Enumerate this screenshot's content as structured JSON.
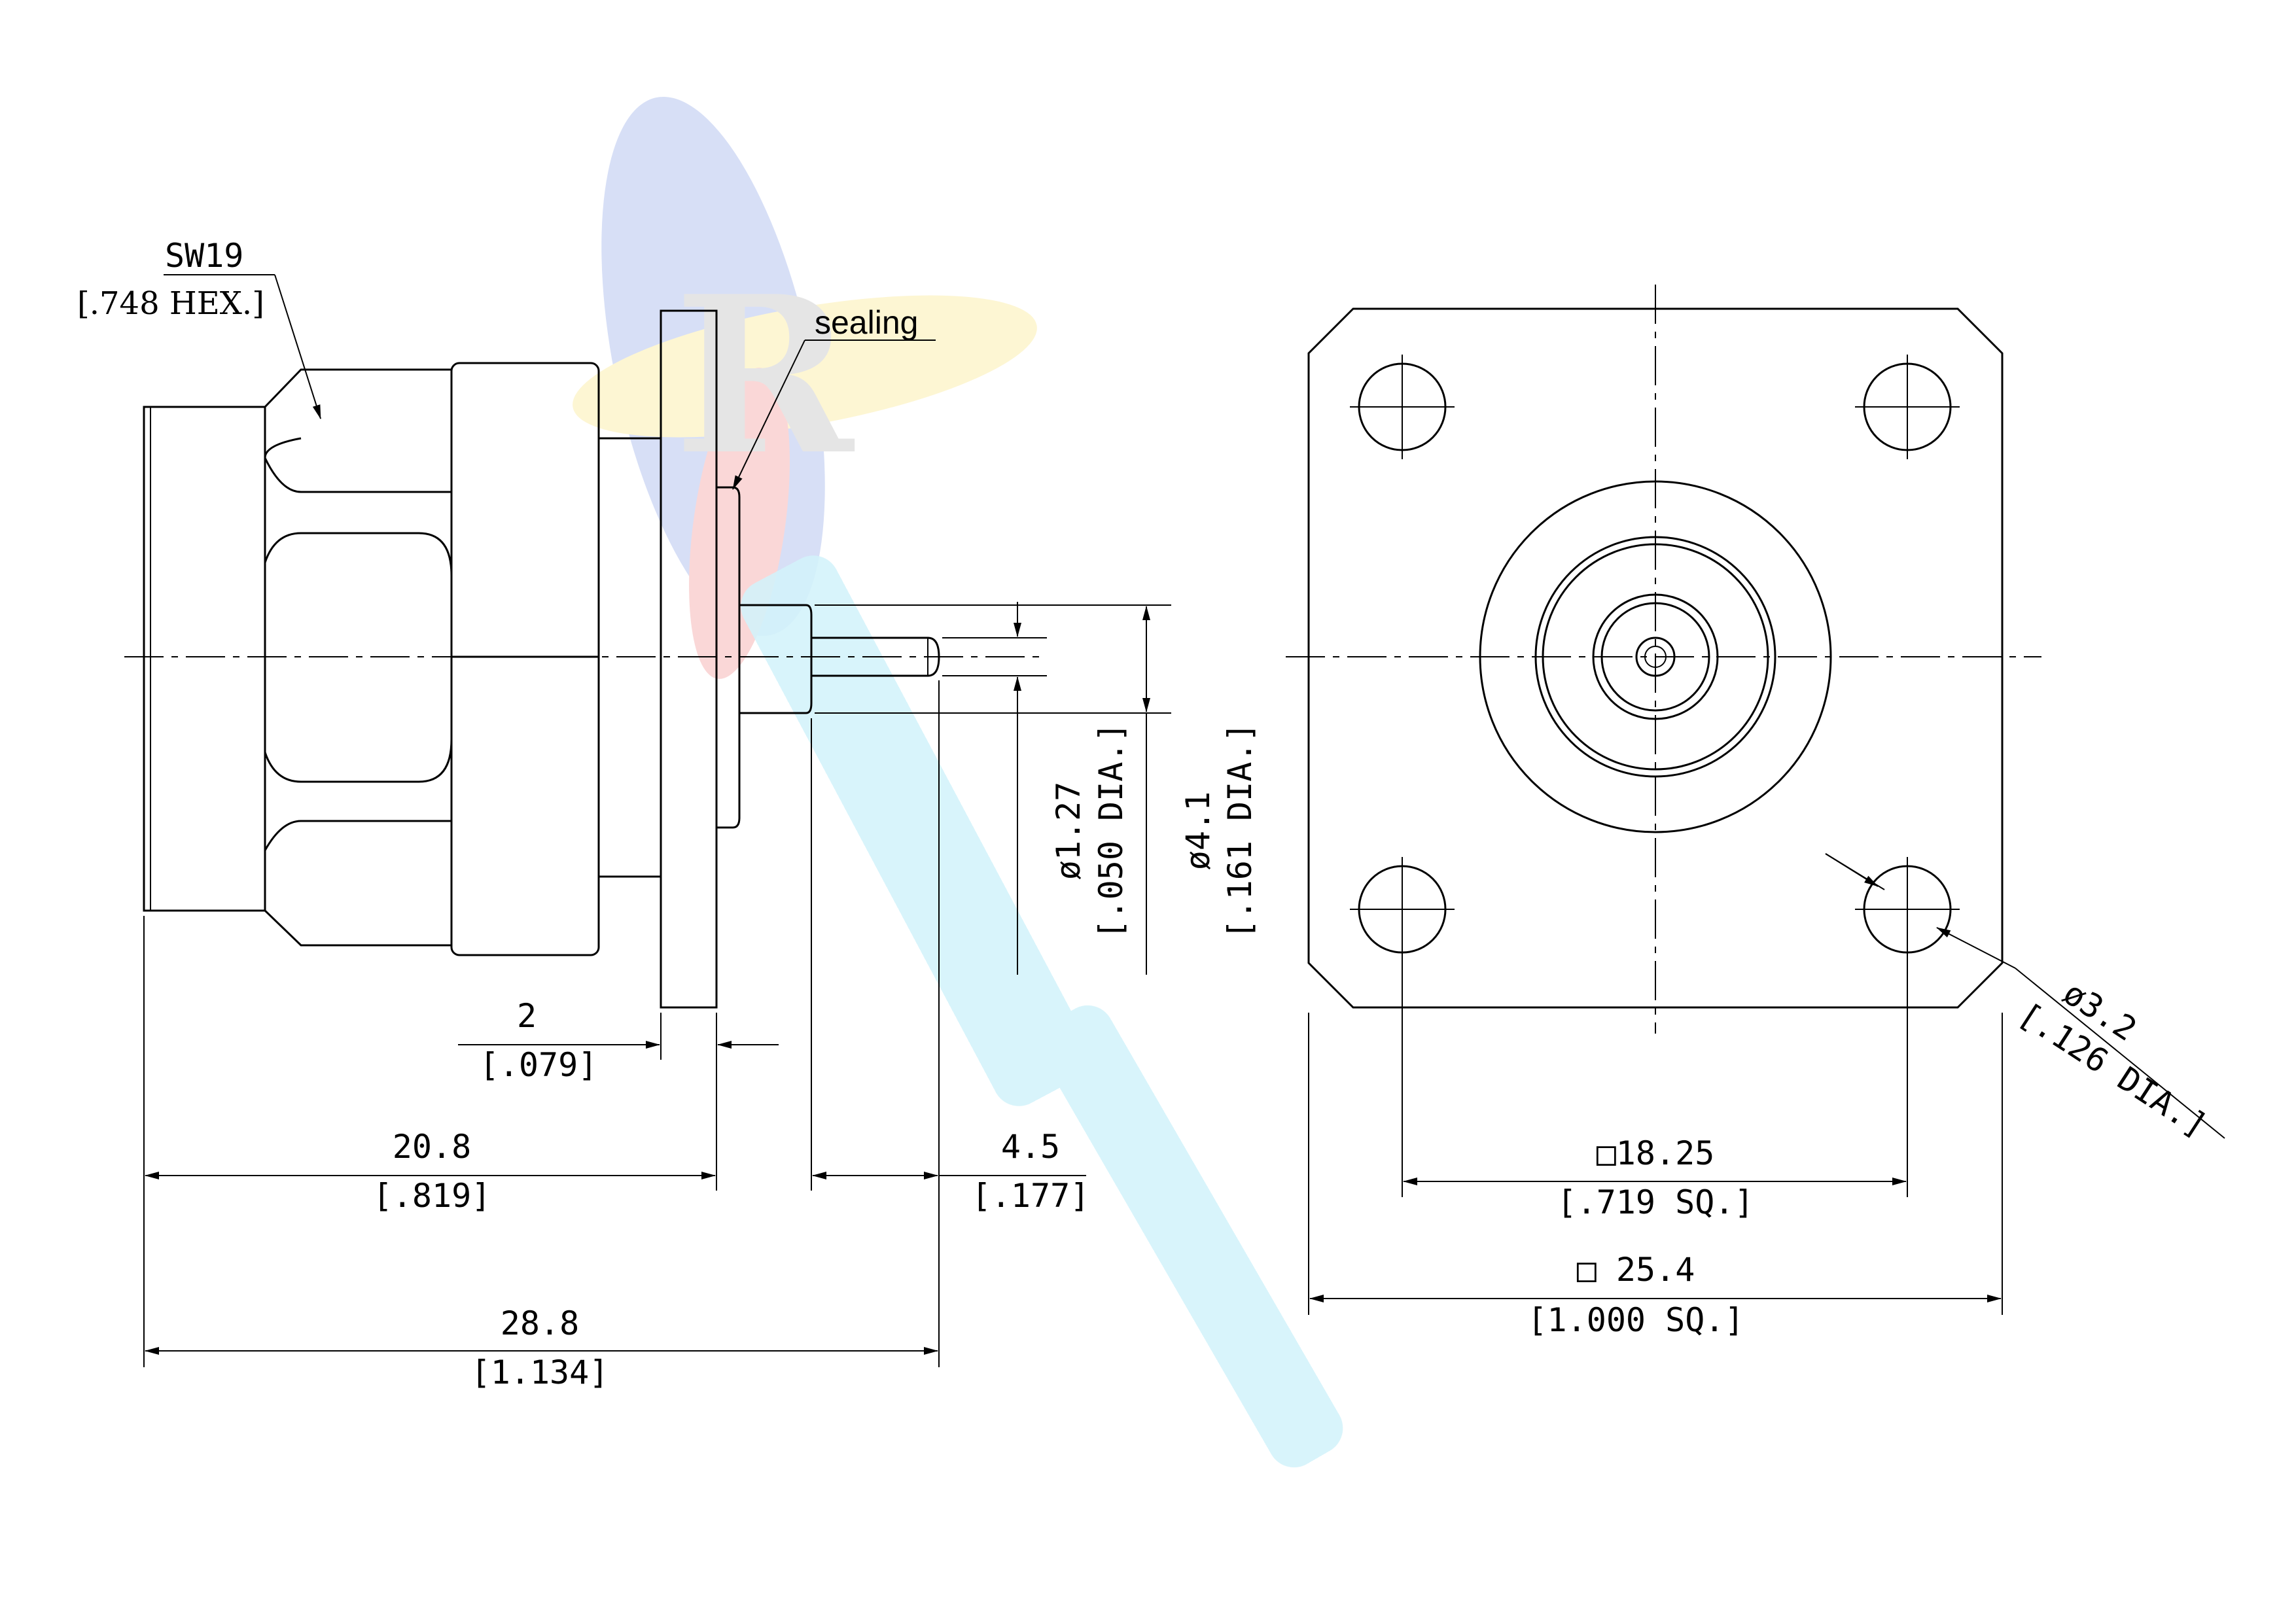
{
  "labels": {
    "hex_size": "SW19",
    "hex_size_inch": "[.748 HEX.]",
    "sealing": "sealing",
    "flange_thk": "2",
    "flange_thk_inch": "[.079]",
    "body_len": "20.8",
    "body_len_inch": "[.819]",
    "pin_len": "4.5",
    "pin_len_inch": "[.177]",
    "overall_len": "28.8",
    "overall_len_inch": "[1.134]",
    "pin_dia": "ø1.27",
    "pin_dia_inch": "[.050 DIA.]",
    "insul_dia": "ø4.1",
    "insul_dia_inch": "[.161 DIA.]",
    "hole_dia": "ø3.2",
    "hole_dia_inch": "[.126 DIA.]",
    "hole_spacing": "□18.25",
    "hole_spacing_inch": "[.719 SQ.]",
    "flange_size": "□ 25.4",
    "flange_size_inch": "[1.000 SQ.]"
  },
  "watermark": {
    "colors": [
      "#4a6fd6",
      "#e84a4a",
      "#f5d43a",
      "#38c4e8"
    ]
  }
}
